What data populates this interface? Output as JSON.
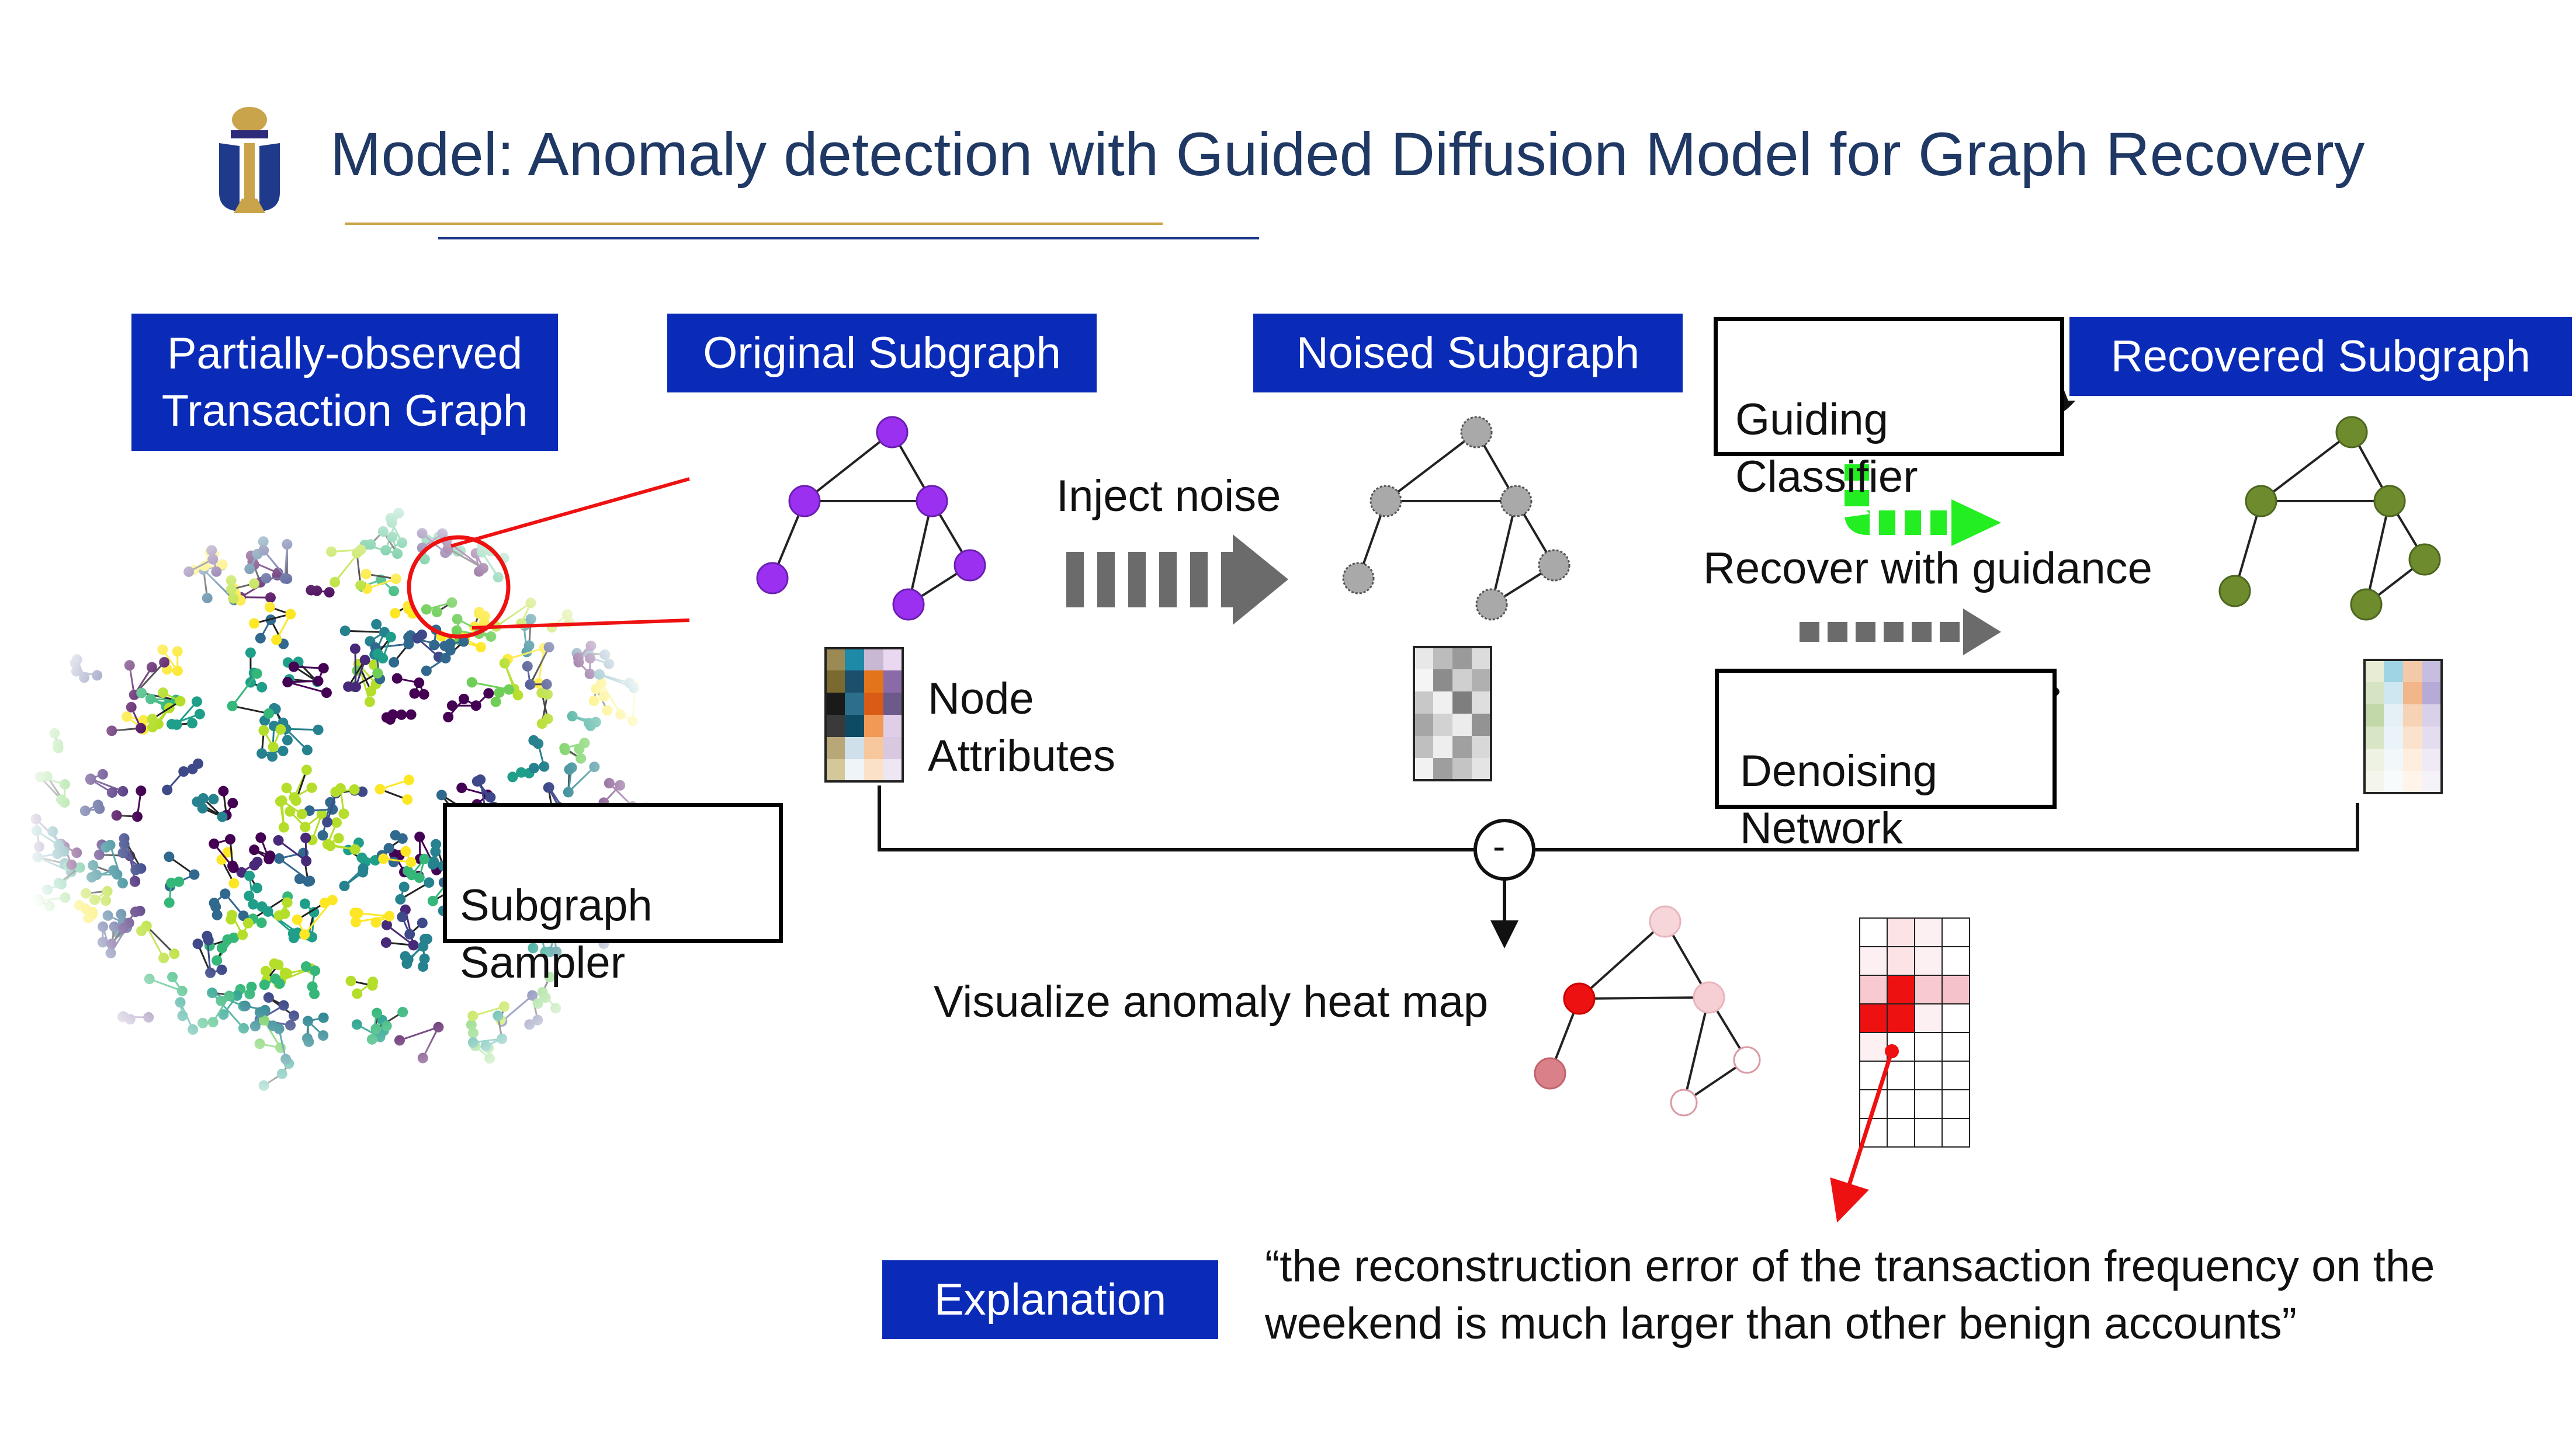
{
  "title": "Model: Anomaly detection with Guided Diffusion Model for Graph Recovery",
  "boxes": {
    "partial_graph": "Partially-observed\nTransaction Graph",
    "original_subgraph": "Original Subgraph",
    "noised_subgraph": "Noised Subgraph",
    "recovered_subgraph": "Recovered Subgraph",
    "guiding_classifier": "Guiding\nClassifier",
    "denoising_network": "Denoising\nNetwork",
    "subgraph_sampler": "Subgraph\nSampler",
    "explanation_label": "Explanation"
  },
  "labels": {
    "inject_noise": "Inject noise",
    "recover_with_guidance": "Recover with guidance",
    "node_attributes": "Node\nAttributes",
    "visualize_heatmap": "Visualize anomaly heat map",
    "minus_operator": "-"
  },
  "explanation_quote": "“the reconstruction error of the transaction frequency on the\nweekend is much larger than other benign accounts”",
  "colors": {
    "title": "#1f3864",
    "box_fill": "#0a2bb8",
    "original_node": "#9b30f0",
    "noised_node": "#a9a9a9",
    "recovered_node": "#6e8b2e",
    "anomaly_red": "#ee1111",
    "guidance_green": "#22ee22",
    "arrow_gray": "#6b6b6b"
  },
  "icons": {
    "logo": "university-logo",
    "classifier": "balance-scale-icon",
    "denoiser": "ruler-icon",
    "sampler": "magnifier-icon"
  }
}
